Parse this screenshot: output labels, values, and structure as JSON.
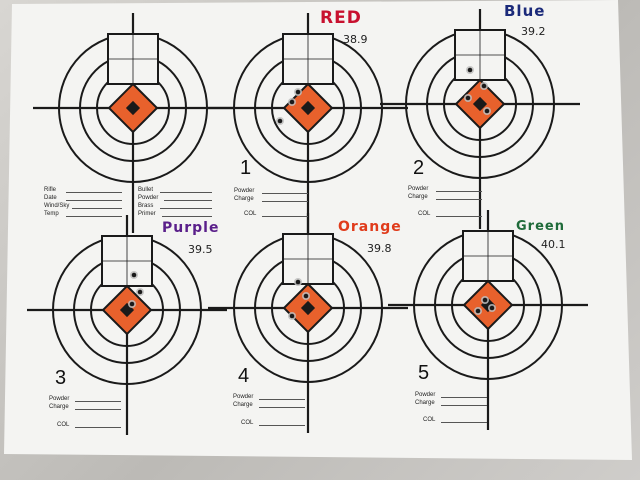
{
  "colors": {
    "paper": "#f4f4f2",
    "ring": "#1a1a1a",
    "diamond": "#e8612c",
    "red_ink": "#c8102e",
    "blue_ink": "#1b2a7a",
    "purple_ink": "#5a1f8a",
    "orange_ink": "#e03b1b",
    "green_ink": "#1f6b3a"
  },
  "targets": [
    {
      "id": "t0",
      "number": "",
      "color_name": "",
      "value": ""
    },
    {
      "id": "t1",
      "number": "1",
      "color_name": "RED",
      "value": "38.9"
    },
    {
      "id": "t2",
      "number": "2",
      "color_name": "Blue",
      "value": "39.2"
    },
    {
      "id": "t3",
      "number": "3",
      "color_name": "Purple",
      "value": "39.5"
    },
    {
      "id": "t4",
      "number": "4",
      "color_name": "Orange",
      "value": "39.8"
    },
    {
      "id": "t5",
      "number": "5",
      "color_name": "Green",
      "value": "40.1"
    }
  ],
  "load_labels": {
    "left": [
      "Rifle",
      "Date",
      "Wind/Sky",
      "Temp"
    ],
    "right": [
      "Bullet",
      "Powder",
      "Brass",
      "Primer"
    ]
  },
  "target_labels": {
    "powder": "Powder",
    "charge": "Charge",
    "col": "COL"
  }
}
